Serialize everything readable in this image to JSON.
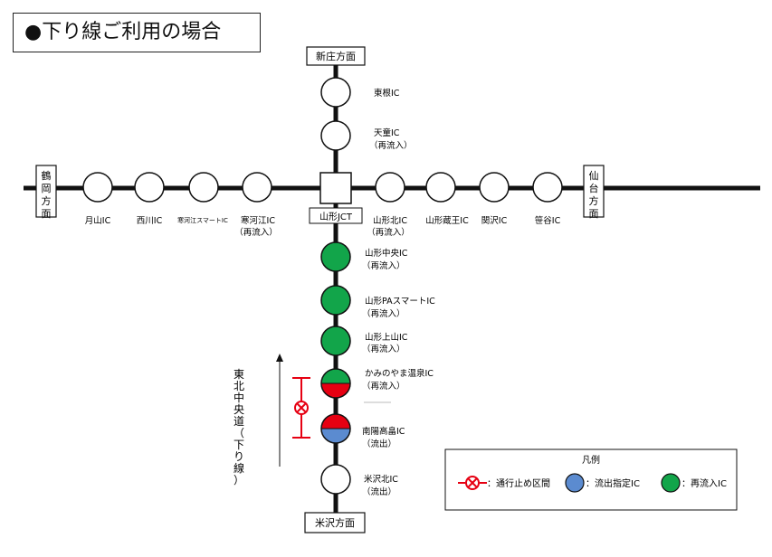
{
  "title": "●下り線ご利用の場合",
  "directions": {
    "north": "新庄方面",
    "south": "米沢方面",
    "west": "鶴岡方面",
    "east": "仙台方面"
  },
  "junction": "山形JCT",
  "interchanges": {
    "higashine": {
      "name": "東根IC",
      "note": ""
    },
    "tendo": {
      "name": "天童IC",
      "note": "（再流入）"
    },
    "gassan": {
      "name": "月山IC",
      "note": ""
    },
    "nishikawa": {
      "name": "西川IC",
      "note": ""
    },
    "sagae_smart": {
      "name": "寒河江スマートIC",
      "note": ""
    },
    "sagae": {
      "name": "寒河江IC",
      "note": "（再流入）"
    },
    "yamagata_kita": {
      "name": "山形北IC",
      "note": "（再流入）"
    },
    "yamagata_zao": {
      "name": "山形蔵王IC",
      "note": ""
    },
    "sekizawa": {
      "name": "関沢IC",
      "note": ""
    },
    "sasaya": {
      "name": "笹谷IC",
      "note": ""
    },
    "yamagata_chuo": {
      "name": "山形中央IC",
      "note": "（再流入）"
    },
    "yamagata_pa_smart": {
      "name": "山形PAスマートIC",
      "note": "（再流入）"
    },
    "yamagata_kaminoyama": {
      "name": "山形上山IC",
      "note": "（再流入）"
    },
    "kaminoyama_onsen": {
      "name": "かみのやま温泉IC",
      "note": "（再流入）"
    },
    "nanyo_takahata": {
      "name": "南陽高畠IC",
      "note": "（流出）"
    },
    "yonezawa_kita": {
      "name": "米沢北IC",
      "note": "（流出）"
    }
  },
  "route_label": "東北中央道（下り線）",
  "legend": {
    "title": "凡例",
    "closed": "：通行止め区間",
    "exit_designated": "：流出指定IC",
    "reentry": "：再流入IC"
  },
  "colors": {
    "line": "#111111",
    "closed": "#e60012",
    "exit_designated": "#5b8bd0",
    "reentry": "#12a54a",
    "station_fill": "#ffffff"
  }
}
